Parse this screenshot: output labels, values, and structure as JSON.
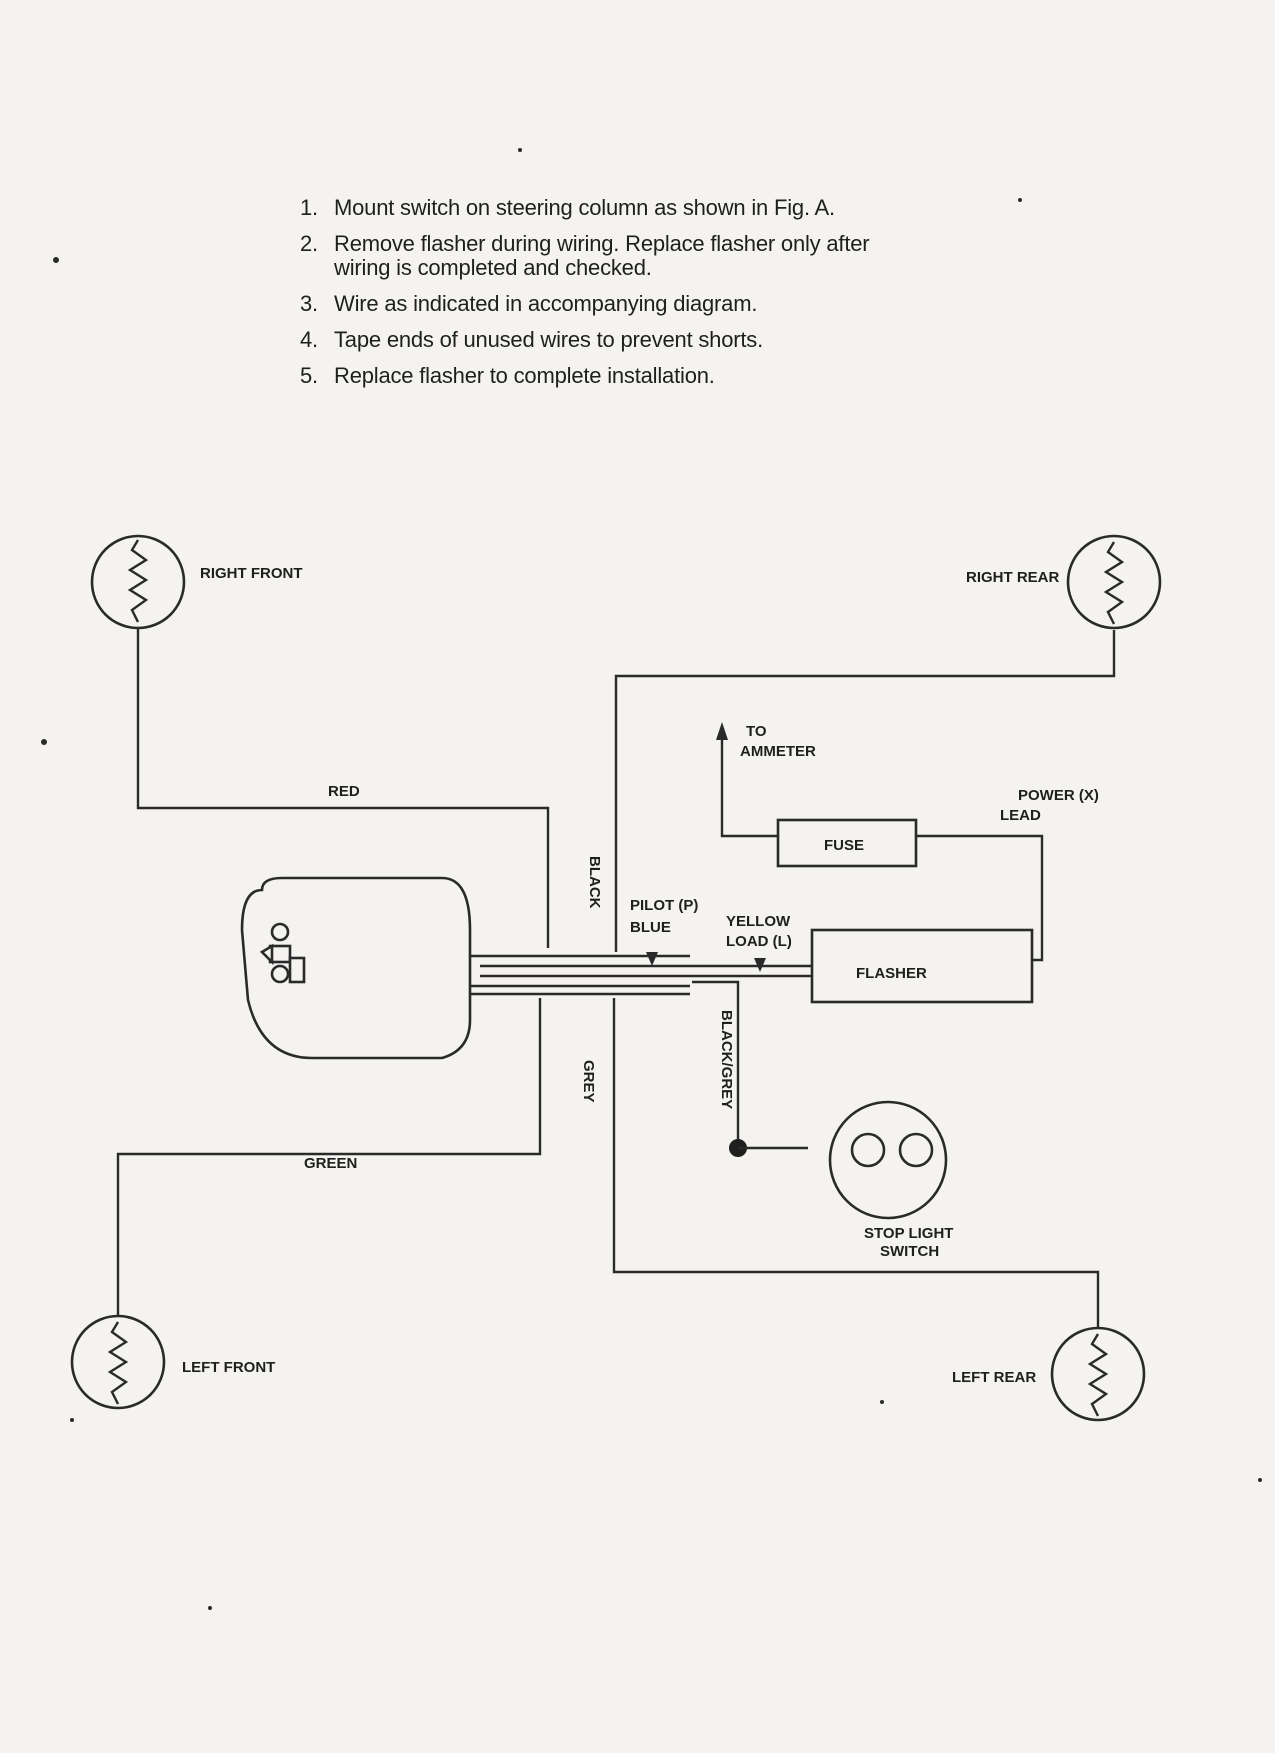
{
  "instructions": [
    {
      "num": "1.",
      "text": "Mount switch on steering column as shown in Fig. A."
    },
    {
      "num": "2.",
      "text": "Remove flasher during wiring. Replace flasher only after\nwiring is completed and checked."
    },
    {
      "num": "3.",
      "text": "Wire as indicated in accompanying diagram."
    },
    {
      "num": "4.",
      "text": "Tape ends of unused wires to prevent shorts."
    },
    {
      "num": "5.",
      "text": "Replace flasher to complete installation."
    }
  ],
  "diagram": {
    "lamps": {
      "right_front": "RIGHT FRONT",
      "right_rear": "RIGHT REAR",
      "left_front": "LEFT FRONT",
      "left_rear": "LEFT REAR"
    },
    "wires": {
      "red": "RED",
      "black": "BLACK",
      "green": "GREEN",
      "grey": "GREY",
      "black_grey": "BLACK/GREY",
      "blue": "BLUE",
      "yellow": "YELLOW"
    },
    "terminals": {
      "pilot": "PILOT (P)",
      "load": "LOAD (L)",
      "power": "POWER (X)",
      "lead": "LEAD"
    },
    "components": {
      "fuse": "FUSE",
      "flasher": "FLASHER",
      "stop_light_switch_line1": "STOP LIGHT",
      "stop_light_switch_line2": "SWITCH",
      "to_line1": "TO",
      "ammeter": "AMMETER"
    }
  }
}
